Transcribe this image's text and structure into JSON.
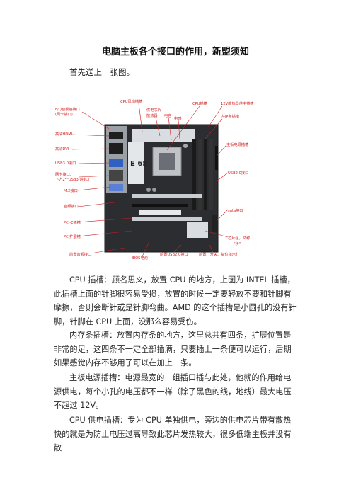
{
  "doc": {
    "title": "电脑主板各个接口的作用，新盟须知",
    "intro": "首先送上一张图。"
  },
  "figure": {
    "board_marking": "E 65",
    "labels": {
      "top_left_1": "F/Q面板接接口",
      "top_left_2": "(网卡接口)",
      "hdmi": "高清HDMI",
      "dvi": "高清DVI",
      "usb_left": "USB3.0接口",
      "lan": "网卡接口,",
      "lan2": "下方2个USB3.0接口",
      "m2": "M.2接口",
      "audio": "音频接口",
      "pcie": "PCI-E插槽",
      "pci": "PCI扩展槽",
      "front_audio": "前置音频接口",
      "cpu_fan": "CPU风扇插槽",
      "chip1": "供电芯片",
      "chip2": "散热器",
      "cap": "电容",
      "inductor": "电感",
      "cpu_socket": "CPU插槽",
      "cpu_power": "12V散热器供电插槽",
      "mem_slot": "内存条插槽",
      "main_power": "主板电源插槽",
      "usb_right": "USB2.0接口",
      "sata": "sata接口",
      "chipset": "芯片组，又称",
      "chipset2": "\"桥\"",
      "bottom_1": "前置USB2.0接口",
      "bottom_2": "前置、开关、复位指示灯",
      "bios": "BIOS电池"
    }
  },
  "paragraphs": [
    "CPU 插槽：顾名思义，放置 CPU 的地方，上图为 INTEL 插槽，此插槽上面的针脚很容易受损，放置的时候一定要轻放不要和针脚有摩擦，否则会断针或是针脚弯曲。AMD 的这个插槽是小圆孔的没有针脚，针脚在 CPU 上面，没那么容易受伤。",
    "内存条插槽：放置内存条的地方，这里总共有四条，扩展位置是非常的足，这四条不一定全部插满，只要插上一条便可以运行，后期如果感觉内存不够用了可以在加上一条。",
    "主板电源插槽：电源最宽的一组插口插与此处，他就的作用给电源供电，每个小孔的电压都不一样（除了黑色的线，地线）最大电压不超过 12V。",
    "CPU 供电插槽：专为 CPU 单独供电，旁边的供电芯片带有散热快的就是为防止电压过高导致此芯片发热较大，很多低端主板并没有散"
  ]
}
